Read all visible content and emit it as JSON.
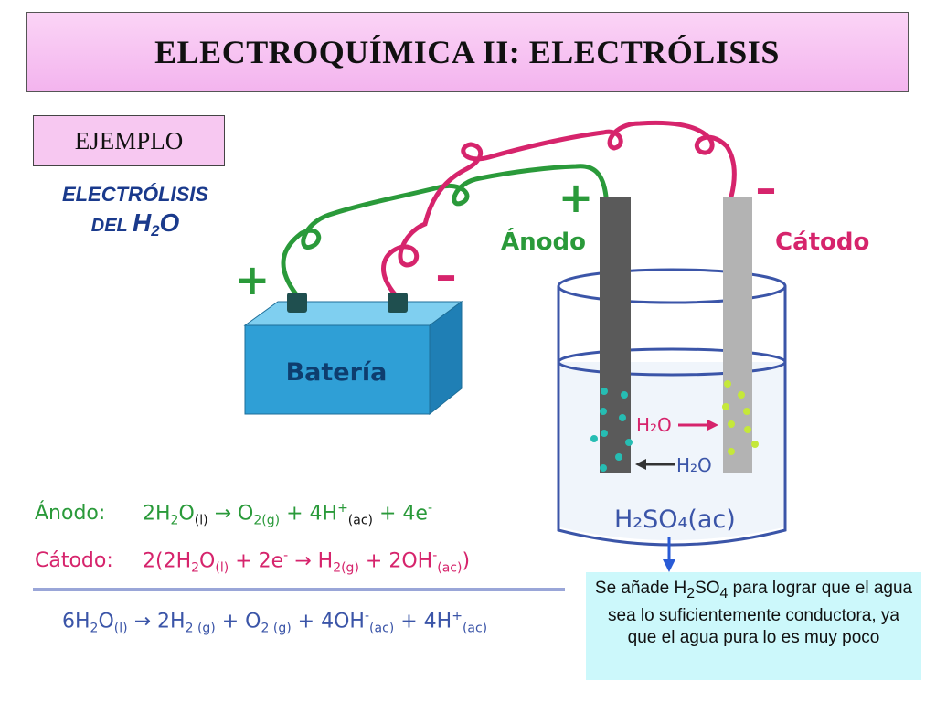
{
  "title": "ELECTROQUÍMICA II:  ELECTRÓLISIS",
  "ejemplo": "EJEMPLO",
  "subtitle": {
    "line1": "ELECTRÓLISIS",
    "line2_prefix": "DEL",
    "formula_h": "H",
    "formula_2": "2",
    "formula_o": "O"
  },
  "battery": {
    "label": "Batería",
    "plus": "+",
    "minus": "–"
  },
  "anode": {
    "label": "Ánodo",
    "sign": "+"
  },
  "cathode": {
    "label": "Cátodo",
    "sign": "–"
  },
  "beaker": {
    "h2o_label_1": "H₂O",
    "h2o_label_2": "H₂O",
    "electrolyte": "H₂SO₄(ac)"
  },
  "equations": {
    "anode_label": "Ánodo:",
    "anode": [
      "2H",
      "2",
      "O",
      "(l)",
      " → O",
      "2(g)",
      " + 4H",
      "+",
      "(ac)",
      " + 4e",
      "-"
    ],
    "cathode_label": "Cátodo:",
    "cathode": [
      "2(2H",
      "2",
      "O",
      "(l)",
      " + 2e",
      "-",
      " → H",
      "2(g)",
      " + 2OH",
      "-",
      "(ac)",
      ")"
    ],
    "total": [
      "6H",
      "2",
      "O",
      "(l)",
      " → 2H",
      "2 (g)",
      " + O",
      "2 (g)",
      " + 4OH",
      "-",
      "(ac)",
      " + 4H",
      "+",
      "(ac)"
    ]
  },
  "note": {
    "pre": "Se añade H",
    "sub1": "2",
    "mid": "SO",
    "sub2": "4",
    "post": " para lograr que el agua sea lo suficientemente conductora, ya que el agua pura lo es muy poco"
  },
  "colors": {
    "green": "#2a9a3a",
    "red": "#d6246c",
    "blue": "#3b55a8",
    "battery": "#2f9fd6",
    "title_bg": "#f7c8f1",
    "note_bg": "#ccf8fb"
  }
}
